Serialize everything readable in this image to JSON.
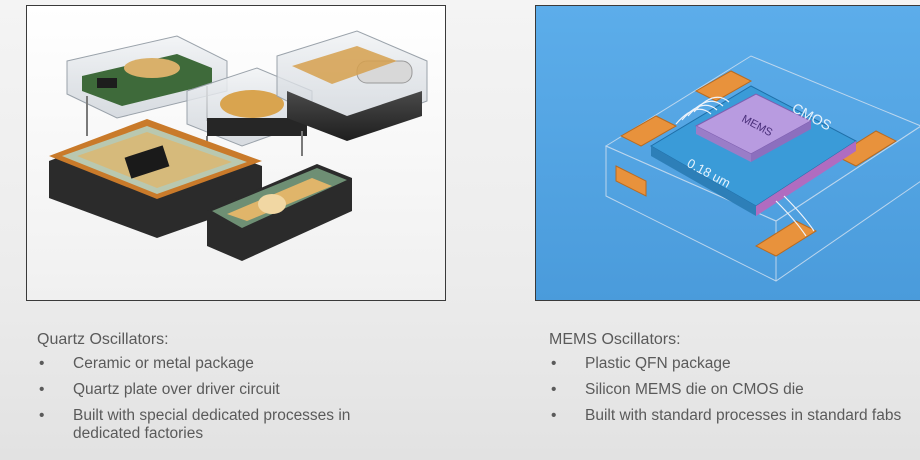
{
  "quartz": {
    "heading": "Quartz Oscillators:",
    "bullets": [
      "Ceramic or metal package",
      "Quartz plate over driver circuit",
      "Built with special dedicated processes in dedicated factories"
    ]
  },
  "mems": {
    "heading": "MEMS Oscillators:",
    "bullets": [
      "Plastic QFN package",
      "Silicon MEMS die on CMOS die",
      "Built with standard processes in standard fabs"
    ],
    "die_labels": {
      "cmos": "CMOS",
      "mems": "MEMS",
      "process": "0.18 um"
    }
  },
  "bullet_glyph": "•",
  "colors": {
    "package_copper": "#e8923c",
    "cmos_die": "#3a9bd8",
    "mems_die": "#b89be0",
    "quartz_gold": "#e4ac55",
    "package_dark": "#2c2c2c"
  }
}
